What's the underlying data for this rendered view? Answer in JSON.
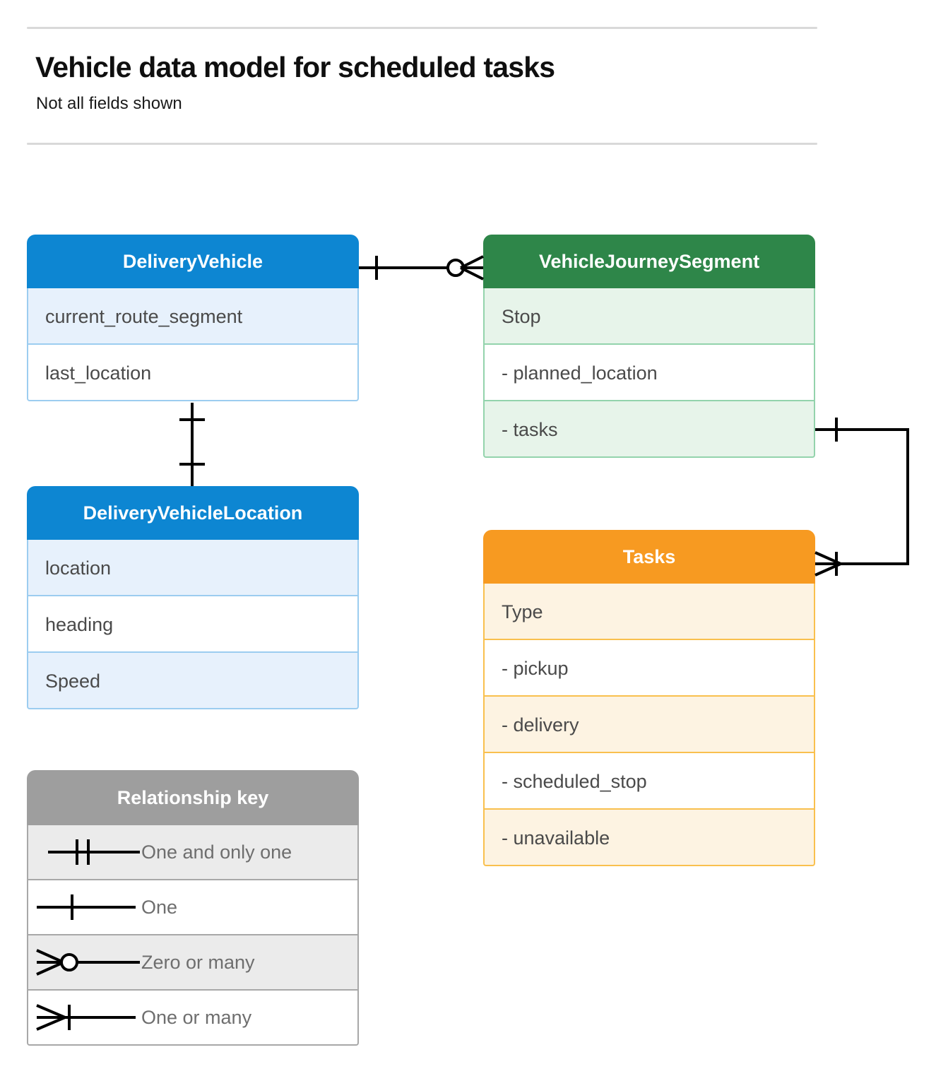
{
  "header": {
    "title": "Vehicle data model for scheduled tasks",
    "subtitle": "Not all fields shown"
  },
  "colors": {
    "blue": "#0d86d2",
    "blue_tint": "#e7f1fc",
    "blue_border": "#9ccdf0",
    "green": "#2e8649",
    "green_tint": "#e7f4ea",
    "green_border": "#93d3ac",
    "orange": "#f79a21",
    "orange_tint": "#fdf3e2",
    "orange_border": "#f9c04e",
    "gray_header": "#9e9e9e",
    "gray_tint": "#ebebeb",
    "gray_border": "#a8a8a8",
    "line": "#000000",
    "rule": "#d9d9d9"
  },
  "entities": [
    {
      "id": "DeliveryVehicle",
      "title": "DeliveryVehicle",
      "color": "blue",
      "rows": [
        {
          "label": "current_route_segment",
          "tint": true
        },
        {
          "label": "last_location",
          "tint": false
        }
      ]
    },
    {
      "id": "VehicleJourneySegment",
      "title": "VehicleJourneySegment",
      "color": "green",
      "rows": [
        {
          "label": "Stop",
          "tint": true
        },
        {
          "label": "-  planned_location",
          "tint": false
        },
        {
          "label": "- tasks",
          "tint": true
        }
      ]
    },
    {
      "id": "DeliveryVehicleLocation",
      "title": "DeliveryVehicleLocation",
      "color": "blue",
      "rows": [
        {
          "label": "location",
          "tint": true
        },
        {
          "label": "heading",
          "tint": false
        },
        {
          "label": "Speed",
          "tint": true
        }
      ]
    },
    {
      "id": "Tasks",
      "title": "Tasks",
      "color": "orange",
      "rows": [
        {
          "label": "Type",
          "tint": true
        },
        {
          "label": "-  pickup",
          "tint": false
        },
        {
          "label": "-  delivery",
          "tint": true
        },
        {
          "label": "-  scheduled_stop",
          "tint": false
        },
        {
          "label": "-  unavailable",
          "tint": true
        }
      ]
    }
  ],
  "legend": {
    "title": "Relationship key",
    "items": [
      {
        "symbol": "one-and-only-one",
        "label": "One and only one",
        "tint": true
      },
      {
        "symbol": "one",
        "label": "One",
        "tint": false
      },
      {
        "symbol": "zero-or-many",
        "label": "Zero or many",
        "tint": true
      },
      {
        "symbol": "one-or-many",
        "label": "One or many",
        "tint": false
      }
    ]
  },
  "relationships": [
    {
      "id": "deliveryvehicle-to-vehiclejourneysegment",
      "from": "DeliveryVehicle",
      "to": "VehicleJourneySegment",
      "from_cardinality": "One",
      "to_cardinality": "Zero or many"
    },
    {
      "id": "deliveryvehicle-to-deliveryvehiclelocation",
      "from": "DeliveryVehicle",
      "to": "DeliveryVehicleLocation",
      "from_cardinality": "One",
      "to_cardinality": "One"
    },
    {
      "id": "vehiclejourneysegment-tasks-to-tasks",
      "from": "VehicleJourneySegment",
      "to": "Tasks",
      "from_cardinality": "One",
      "to_cardinality": "One or many"
    }
  ]
}
